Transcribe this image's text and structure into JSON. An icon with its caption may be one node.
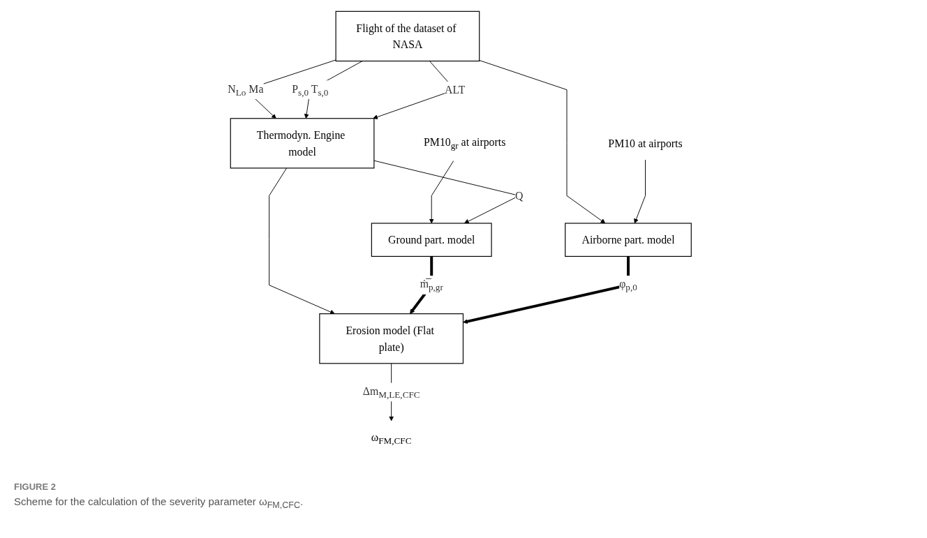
{
  "diagram": {
    "caption": "Scheme for the calculation of the severity parameter ω$_{FM,CFC}$.",
    "nodes": [
      {
        "text": [
          "Flight of the dataset of NASA"
        ]
      },
      {
        "text": [
          "Thermodyn. Engine model"
        ]
      },
      {
        "text": [
          "Ground part. model"
        ]
      },
      {
        "text": [
          "Erosion model (Flat plate)"
        ]
      },
      {
        "text": [
          "Airborne part. model"
        ]
      },
      {
        "text": [
          "PM10$_{gr}$ at airports"
        ]
      },
      {
        "text": [
          "PM10 at airports"
        ]
      },
      {
        "text": [
          "ω$_{FM,CFC}$"
        ]
      }
    ],
    "edges": [
      {
        "from": 0,
        "to": 1,
        "arrow": "to",
        "label": "N$_{Lo}$ Ma"
      },
      {
        "from": 0,
        "to": 1,
        "arrow": "to",
        "label": "P$_{s,0}$ T$_{s,0}$"
      },
      {
        "from": 0,
        "to": 1,
        "arrow": "to",
        "label": "ALT"
      },
      {
        "from": 0,
        "to": 4,
        "arrow": "to"
      },
      {
        "from": 5,
        "to": 2,
        "arrow": "to"
      },
      {
        "from": 1,
        "to": 2,
        "arrow": "to",
        "label": "Q"
      },
      {
        "from": 1,
        "to": 3,
        "arrow": "to"
      },
      {
        "from": 6,
        "to": 4,
        "arrow": "to"
      },
      {
        "from": 2,
        "to": 3,
        "arrow": "to",
        "label": "ṁ̅$_{p,gr}$",
        "style": "thick"
      },
      {
        "from": 4,
        "to": 3,
        "arrow": "to",
        "label": "φ$_{p,0}$",
        "style": "thick"
      },
      {
        "from": 3,
        "to": 7,
        "arrow": "to",
        "label": "Δm$_{M,LE,CFC}$"
      }
    ],
    "labels": [
      "FIGURE 2"
    ]
  }
}
